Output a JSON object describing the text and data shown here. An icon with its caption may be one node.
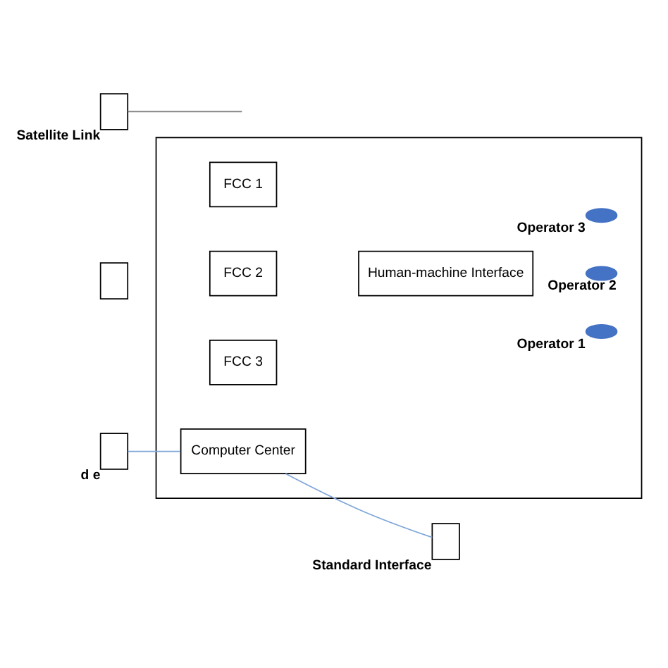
{
  "diagram": {
    "nodes": [
      {
        "text": [],
        "shape": "box"
      },
      {
        "text": [
          "FCC 1"
        ],
        "in": 0
      },
      {
        "text": [
          "FCC 2"
        ],
        "in": 0
      },
      {
        "text": [
          "FCC 3"
        ],
        "in": 0
      },
      {
        "text": [
          "Human-machine Interface"
        ],
        "in": 0
      },
      {
        "text": [],
        "shape": "ellipse",
        "beside": [
          "Operator 1"
        ],
        "in": 0
      },
      {
        "text": [],
        "shape": "ellipse",
        "beside": [
          "Operator 2"
        ],
        "in": 0
      },
      {
        "text": [],
        "shape": "ellipse",
        "beside": [
          "Operator 3"
        ],
        "in": 0
      },
      {
        "text": [
          "Computer Center"
        ],
        "in": 0
      },
      {
        "text": [],
        "shape": "box"
      },
      {
        "text": [],
        "shape": "box",
        "beside": [
          "Satellite Link"
        ]
      },
      {
        "text": [],
        "shape": "box",
        "beside": [
          "d e"
        ]
      },
      {
        "text": [],
        "shape": "box",
        "beside": [
          "Standard Interface"
        ]
      }
    ],
    "edges": [
      {
        "from": 11,
        "to": 8,
        "arrow": "none",
        "color": "#7ea6d8"
      },
      {
        "from": 8,
        "to": 12,
        "arrow": "none",
        "color": "#7ea6d8"
      },
      {
        "from": 10,
        "to": null,
        "arrow": "none",
        "color": "#7f7f7f"
      }
    ]
  }
}
